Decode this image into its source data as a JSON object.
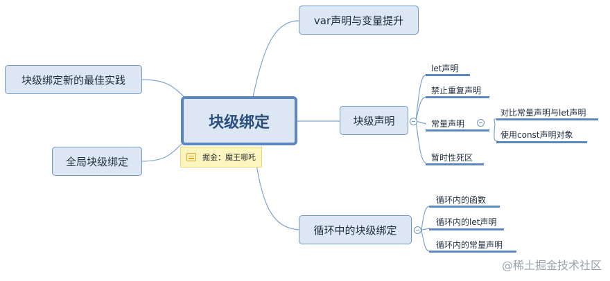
{
  "central": "块级绑定",
  "note": "掘金：魔王哪吒",
  "branches": {
    "var_hoisting": "var声明与变量提升",
    "block_best_practice": "块级绑定新的最佳实践",
    "global_block": "全局块级绑定",
    "block_declaration": "块级声明",
    "loop_block": "循环中的块级绑定"
  },
  "block_declaration_items": {
    "let": "let声明",
    "no_redeclare": "禁止重复声明",
    "const": "常量声明",
    "tdz": "暂时性死区"
  },
  "const_items": {
    "compare": "对比常量声明与let声明",
    "object": "使用const声明对象"
  },
  "loop_items": {
    "functions": "循环内的函数",
    "let": "循环内的let声明",
    "const": "循环内的常量声明"
  },
  "watermark": "@稀土掘金技术社区",
  "colors": {
    "node_fill": "#dde7f3",
    "node_border": "#6f95c5",
    "central_border": "#5b86bf",
    "connector": "#6f95c5",
    "leaf_underline": "#5b86bf",
    "note_fill": "#fdf5bf"
  }
}
